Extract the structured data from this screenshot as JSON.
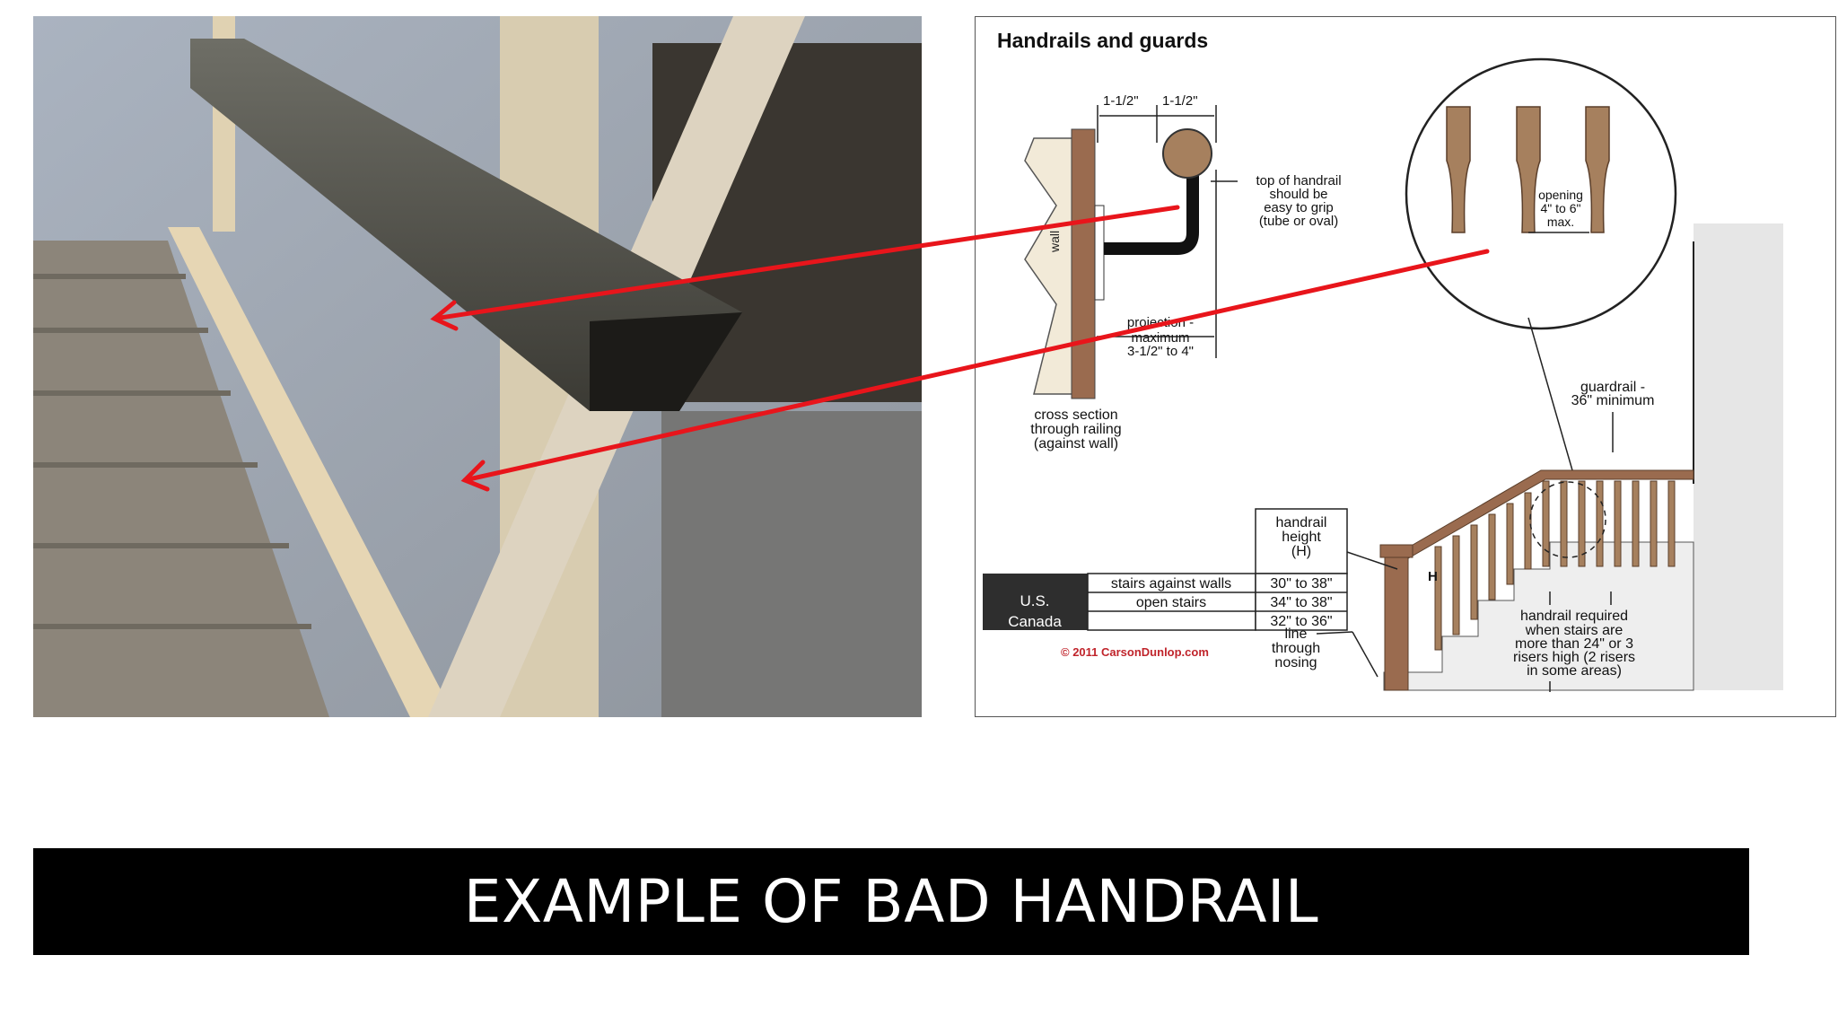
{
  "slide": {
    "title": "EXAMPLE OF BAD HANDRAIL"
  },
  "diagram": {
    "heading": "Handrails and guards",
    "dim_left": "1-1/2\"",
    "dim_right": "1-1/2\"",
    "wall_label": "wall",
    "grip_note": [
      "top of handrail",
      "should be",
      "easy to grip",
      "(tube or oval)"
    ],
    "projection_note": [
      "projection -",
      "maximum",
      "3-1/2\" to 4\""
    ],
    "cross_section_note": [
      "cross section",
      "through railing",
      "(against wall)"
    ],
    "opening_note": [
      "opening",
      "4\" to 6\"",
      "max."
    ],
    "guardrail_note": [
      "guardrail -",
      "36\" minimum"
    ],
    "handrail_height_header": [
      "handrail",
      "height",
      "(H)"
    ],
    "h_marker": "H",
    "table": {
      "rows": [
        {
          "country": "U.S.",
          "case": "stairs against walls",
          "range": "30\" to 38\""
        },
        {
          "country": "",
          "case": "open stairs",
          "range": "34\" to 38\""
        },
        {
          "country": "Canada",
          "case": "",
          "range": "32\" to 36\""
        }
      ]
    },
    "copyright": "© 2011 CarsonDunlop.com",
    "line_note": [
      "line",
      "through",
      "nosing"
    ],
    "required_note": [
      "handrail required",
      "when stairs are",
      "more than 24\" or 3",
      "risers high (2 risers",
      "in some areas)"
    ]
  },
  "colors": {
    "arrow": "#e8151b",
    "wood": "#9a6b4f",
    "title_bg": "#000000",
    "title_fg": "#ffffff"
  }
}
